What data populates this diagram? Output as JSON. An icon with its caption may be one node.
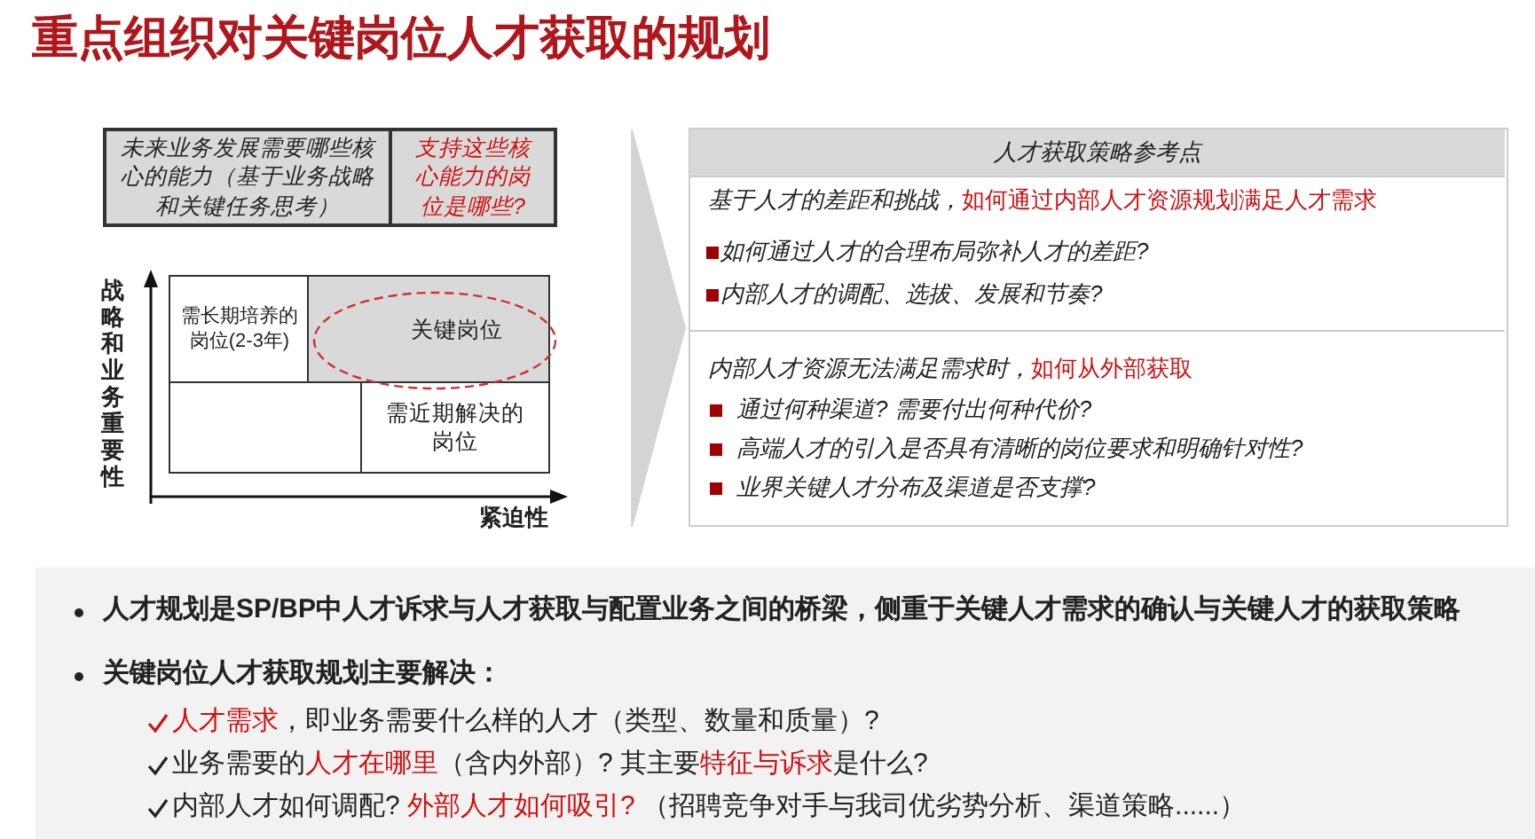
{
  "diagram": {
    "title": "重点组织对关键岗位人才获取的规划",
    "nodes": [
      {
        "text": [
          "未来业务发展需要哪些核心的能力（基于业务战略和关键任务思考）"
        ]
      },
      {
        "text": [
          "支持这些核心能力的岗位是哪些?"
        ]
      },
      {
        "text": [
          "需长期培养的岗位(2-3年)"
        ]
      },
      {
        "text": [
          "关键岗位"
        ]
      },
      {
        "text": [],
        "shape": "box"
      },
      {
        "text": [
          "需近期解决的岗位"
        ]
      },
      {
        "text": [
          "人才获取策略参考点"
        ]
      },
      {
        "text": [
          "基于人才的差距和挑战，**如何通过内部人才资源规划满足人才需求**",
          "如何通过人才的合理布局弥补人才的差距?",
          "内部人才的调配、选拔、发展和节奏?"
        ],
        "in": 6
      },
      {
        "text": [
          "内部人才资源无法满足需求时，**如何从外部获取**",
          "通过何种渠道? 需要付出何种代价?",
          "高端人才的引入是否具有清晰的岗位要求和明确针对性?",
          "业界关键人才分布及渠道是否支撑?"
        ],
        "in": 6
      },
      {
        "text": [
          "人才规划是SP/BP中人才诉求与人才获取与配置业务之间的桥梁，侧重于关键人才需求的确认与关键人才的获取策略",
          "关键岗位人才获取规划主要解决：",
          "**人才需求**，即业务需要什么样的人才（类型、数量和质量）?",
          "业务需要的**人才在哪里**（含内外部）? 其主要**特征与诉求**是什么?",
          "内部人才如何调配? **外部人才如何吸引?** （招聘竞争对手与我司优劣势分析、渠道策略......）"
        ]
      }
    ],
    "edges": [
      {
        "from": null,
        "to": 6,
        "arrow": "to"
      }
    ],
    "labels": [
      "战略和业务重要性",
      "紧迫性"
    ]
  }
}
